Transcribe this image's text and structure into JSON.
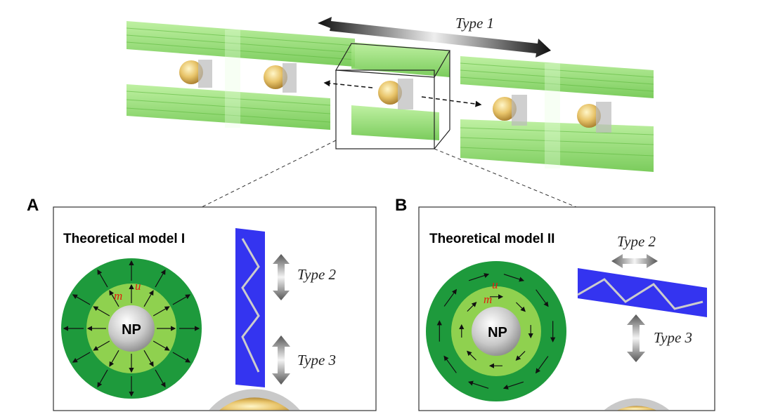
{
  "top": {
    "type1_label": "Type 1"
  },
  "panel_a": {
    "letter": "A",
    "title": "Theoretical model I",
    "np_label": "NP",
    "m_label": "m",
    "u_label": "u",
    "type2_label": "Type 2",
    "type3_label": "Type 3"
  },
  "panel_b": {
    "letter": "B",
    "title": "Theoretical model II",
    "np_label": "NP",
    "m_label": "m",
    "u_label": "u",
    "type2_label": "Type 2",
    "type3_label": "Type 3"
  },
  "colors": {
    "dark_green": "#1e9a3c",
    "light_green": "#8fd14f",
    "blue": "#3434f0",
    "vector_red": "#e02010",
    "slab_green": "#9be07a"
  }
}
